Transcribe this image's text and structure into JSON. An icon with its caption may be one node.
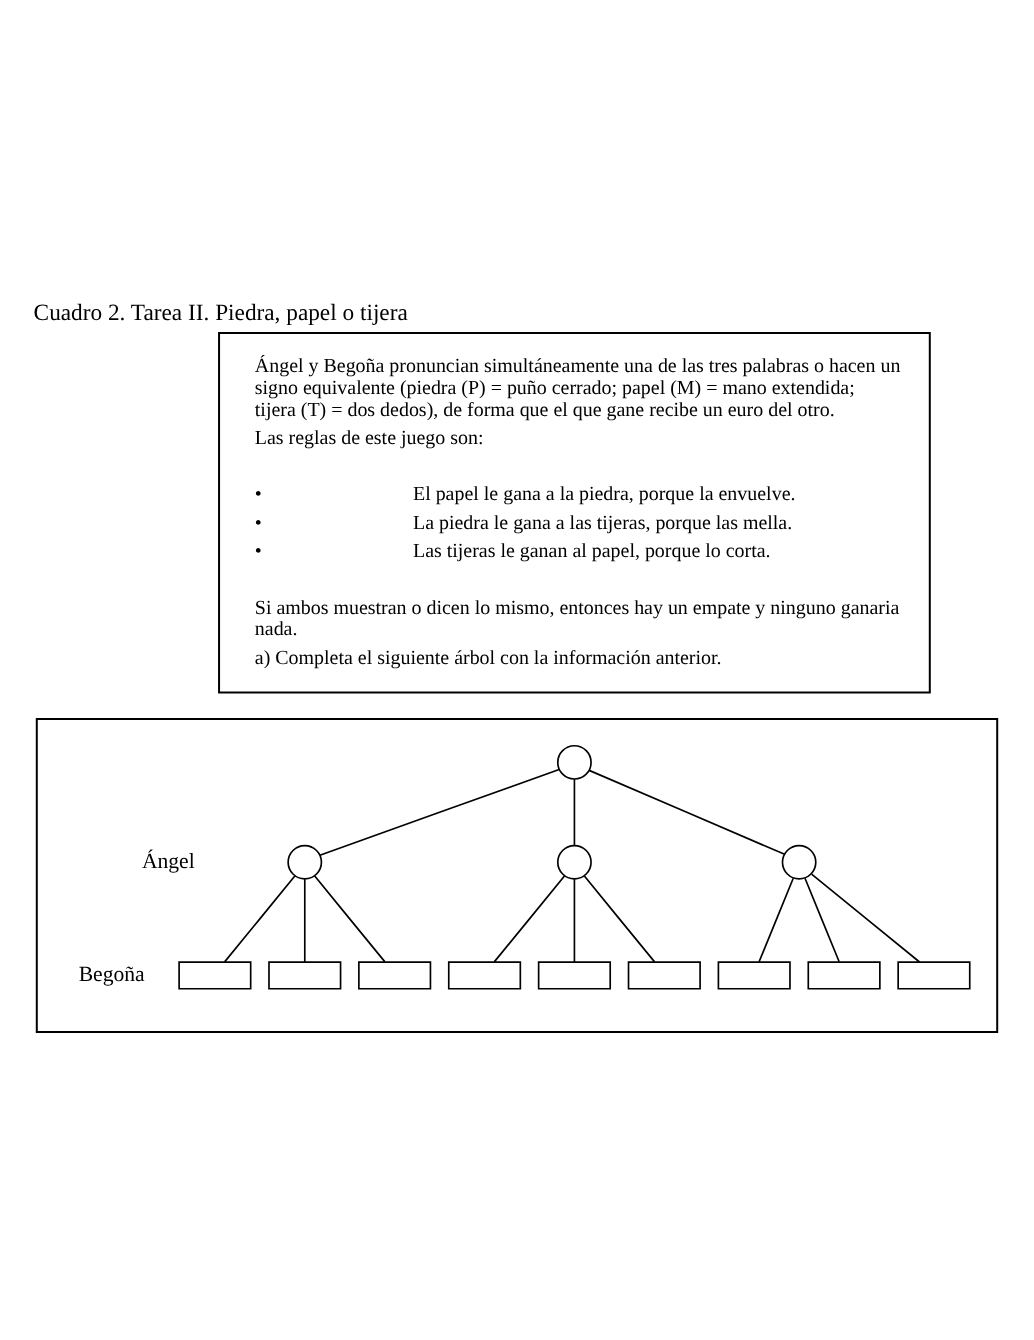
{
  "diagram": {
    "title": "Cuadro 2. Tarea II. Piedra, papel o tijera",
    "nodes": [
      {
        "text": [
          "Ángel y Begoña pronuncian simultáneamente una de las tres palabras o hacen un signo equivalente (piedra (P) = puño cerrado; papel (M) = mano extendida; tijera (T) = dos dedos), de forma que el que gane recibe un euro del otro.",
          "Las reglas de este juego son:",
          "• El papel le gana a la piedra, porque la envuelve.",
          "• La piedra le gana a las tijeras, porque las mella.",
          "• Las tijeras le ganan al papel, porque lo corta.",
          "Si ambos muestran o dicen lo mismo, entonces hay un empate y ninguno ganaria nada.",
          "a) Completa el siguiente árbol con la información anterior."
        ]
      },
      {
        "text": [],
        "shape": "box"
      },
      {
        "text": [],
        "shape": "circle",
        "in": 1
      },
      {
        "text": [],
        "shape": "circle",
        "in": 1
      },
      {
        "text": [],
        "shape": "circle",
        "in": 1
      },
      {
        "text": [],
        "shape": "circle",
        "in": 1
      },
      {
        "text": [],
        "shape": "box",
        "in": 1
      },
      {
        "text": [],
        "shape": "box",
        "in": 1
      },
      {
        "text": [],
        "shape": "box",
        "in": 1
      },
      {
        "text": [],
        "shape": "box",
        "in": 1
      },
      {
        "text": [],
        "shape": "box",
        "in": 1
      },
      {
        "text": [],
        "shape": "box",
        "in": 1
      },
      {
        "text": [],
        "shape": "box",
        "in": 1
      },
      {
        "text": [],
        "shape": "box",
        "in": 1
      },
      {
        "text": [],
        "shape": "box",
        "in": 1
      }
    ],
    "edges": [
      {
        "from": 2,
        "to": 3,
        "arrow": "none"
      },
      {
        "from": 2,
        "to": 4,
        "arrow": "none"
      },
      {
        "from": 2,
        "to": 5,
        "arrow": "none"
      },
      {
        "from": 3,
        "to": 6,
        "arrow": "none"
      },
      {
        "from": 3,
        "to": 7,
        "arrow": "none"
      },
      {
        "from": 3,
        "to": 8,
        "arrow": "none"
      },
      {
        "from": 4,
        "to": 9,
        "arrow": "none"
      },
      {
        "from": 4,
        "to": 10,
        "arrow": "none"
      },
      {
        "from": 4,
        "to": 11,
        "arrow": "none"
      },
      {
        "from": 5,
        "to": 12,
        "arrow": "none"
      },
      {
        "from": 5,
        "to": 13,
        "arrow": "none"
      },
      {
        "from": 5,
        "to": 14,
        "arrow": "none"
      }
    ],
    "labels": [
      "Ángel",
      "Begoña"
    ]
  }
}
